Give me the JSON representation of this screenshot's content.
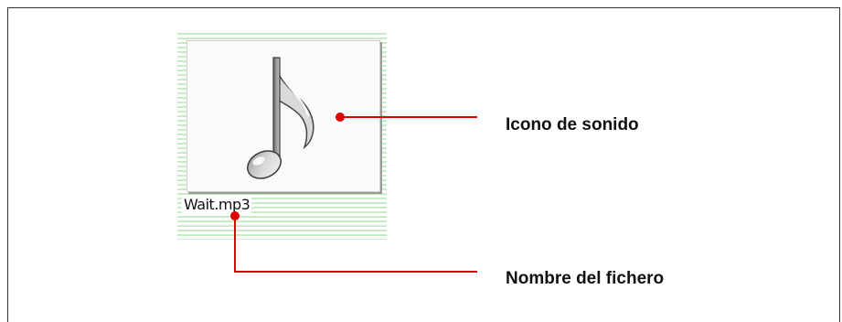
{
  "file": {
    "name": "Wait.mp3",
    "icon": "music-note-icon"
  },
  "callouts": {
    "icon_label": "Icono de sonido",
    "name_label": "Nombre del fichero"
  },
  "colors": {
    "callout_line": "#e00000",
    "stripe": "#c8ecc8",
    "border": "#333333"
  }
}
